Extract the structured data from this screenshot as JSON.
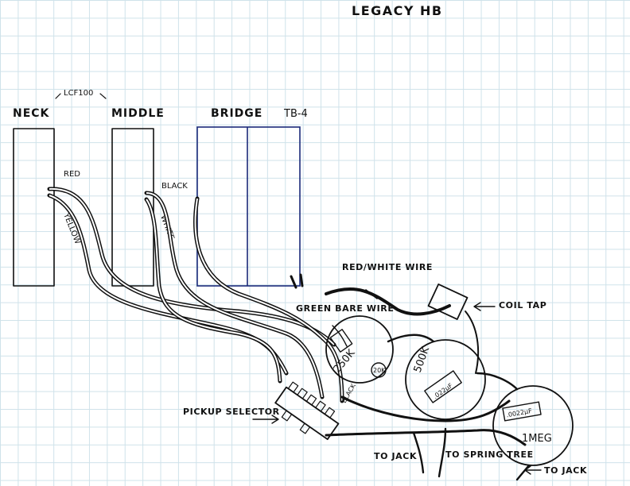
{
  "title": "LEGACY HB",
  "pickups": {
    "neck": "NECK",
    "middle": "MIDDLE",
    "bridge": "BRIDGE",
    "single_coil_model": "LCF100",
    "bridge_model": "TB-4"
  },
  "wires": {
    "red": "RED",
    "yellow": "YELLOW",
    "black": "BLACK",
    "white": "WHITE",
    "red_white": "RED/WHITE WIRE",
    "green_bare": "GREEN BARE WIRE",
    "black_small": "BLACK"
  },
  "components": {
    "pot_tone": "250K",
    "pot_volume": "500K",
    "cap_tone": ".022µF",
    "cap_treble": ".0022µF",
    "pot_treble_value": "1MEG",
    "tone_resistor": "20K"
  },
  "callouts": {
    "coil_tap": "COIL TAP",
    "pickup_selector": "PICKUP SELECTOR",
    "to_jack_left": "TO JACK",
    "to_spring_tree": "TO SPRING TREE",
    "to_jack_right": "TO JACK"
  },
  "colors": {
    "ink": "#111111",
    "grid": "#cfe2ea",
    "bridge_outline": "#1b2a7a"
  }
}
